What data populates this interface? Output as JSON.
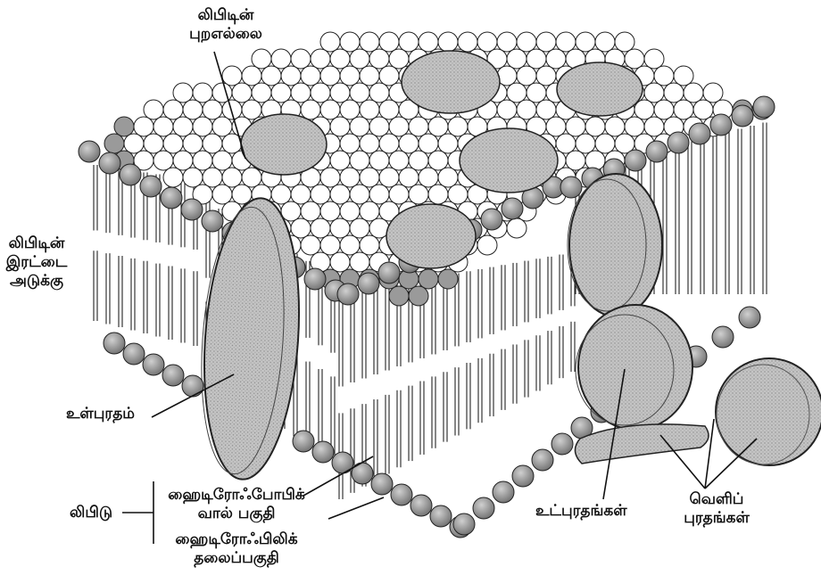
{
  "labels": {
    "lipid_boundary": [
      "லிபிடின்",
      "புறஎல்லை"
    ],
    "lipid_bilayer": [
      "லிபிடின்",
      "இரட்டை",
      "அடுக்கு"
    ],
    "inner_protein": "உள்புரதம்",
    "lipid": "லிபிடு",
    "hydrophobic_tail": [
      "ஹைடிரோஃபோபிக்",
      "வால்  பகுதி"
    ],
    "hydrophilic_head": [
      "ஹைடிரோஃபிலிக்",
      "தலைப்பகுதி"
    ],
    "integral_proteins": "உட்புரதங்கள்",
    "peripheral_proteins": [
      "வெளிப்",
      "புரதங்கள்"
    ]
  },
  "colors": {
    "ink": "#111111",
    "head_light": "#ffffff",
    "head_dark": "#9a9a9a",
    "protein": "#b5b5b5"
  }
}
